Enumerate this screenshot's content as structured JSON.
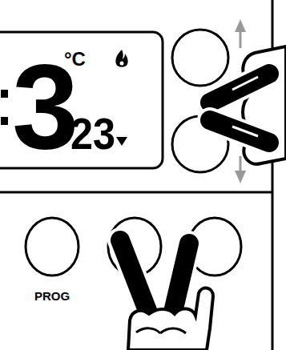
{
  "diagram": {
    "labels": [
      "3",
      "°C",
      "23",
      "PROG"
    ]
  }
}
